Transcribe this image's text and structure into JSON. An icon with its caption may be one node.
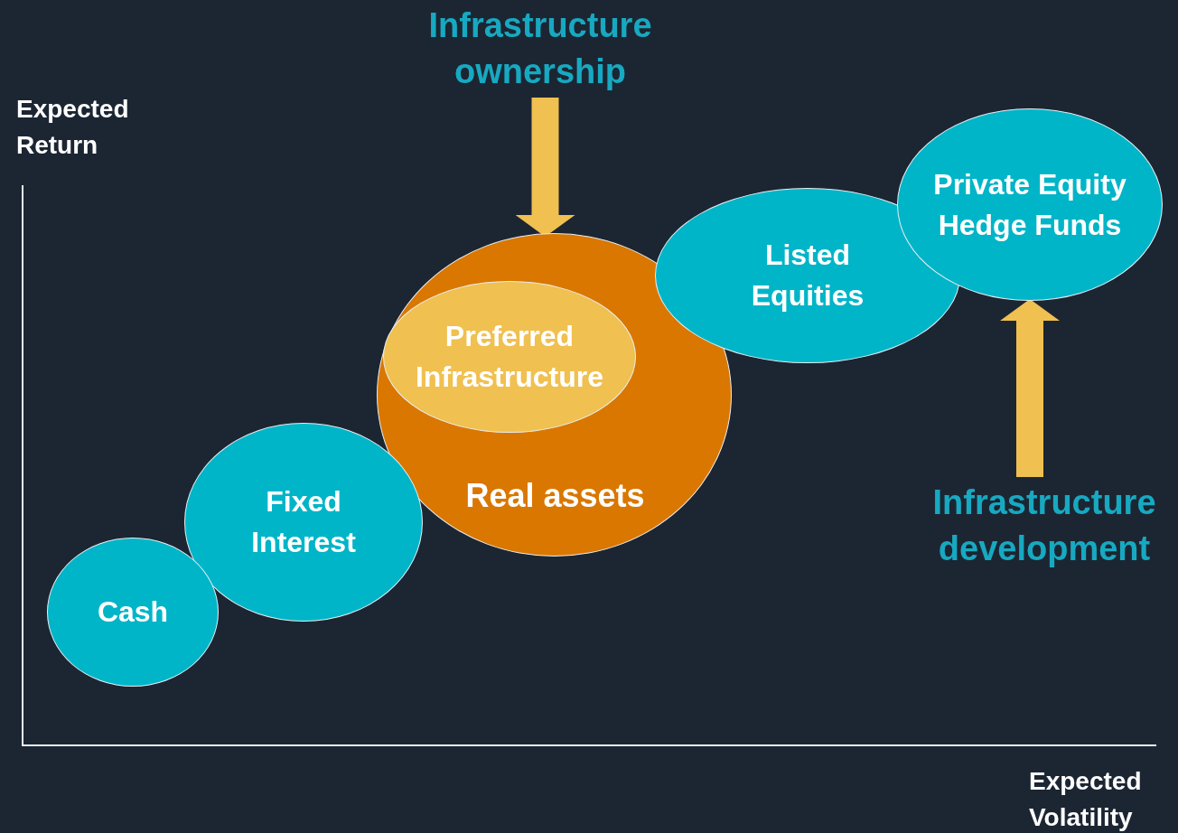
{
  "diagram": {
    "nodes": [
      {
        "text": [
          "Infrastructure ownership"
        ]
      },
      {
        "text": [
          "Private Equity Hedge Funds"
        ]
      },
      {
        "text": [
          "Listed Equities"
        ]
      },
      {
        "text": [
          "Real assets"
        ]
      },
      {
        "text": [
          "Preferred Infrastructure"
        ],
        "in": 3
      },
      {
        "text": [
          "Fixed Interest"
        ]
      },
      {
        "text": [
          "Cash"
        ]
      },
      {
        "text": [
          "Infrastructure development"
        ]
      }
    ],
    "edges": [
      {
        "from": 0,
        "to": 3,
        "arrow": "to"
      },
      {
        "from": 7,
        "to": 1,
        "arrow": "to"
      }
    ],
    "labels": [
      "Expected Return",
      "Expected Volatility"
    ]
  }
}
